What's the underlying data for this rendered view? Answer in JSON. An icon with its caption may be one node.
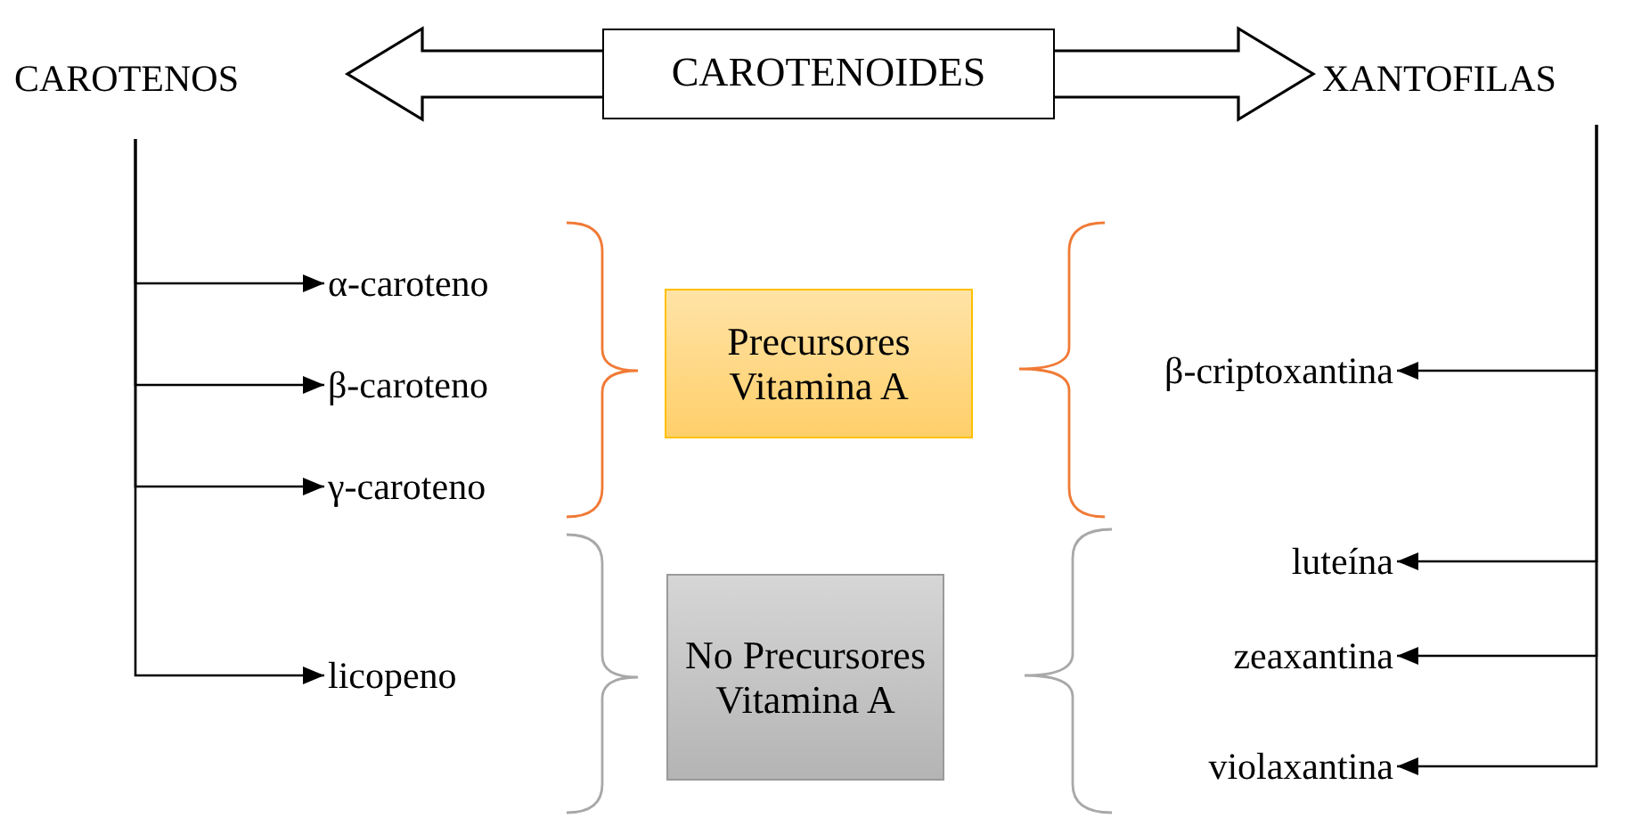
{
  "diagram": {
    "nodes": [
      {
        "text": [
          "CAROTENOS"
        ]
      },
      {
        "text": [
          "CAROTENOIDES"
        ]
      },
      {
        "text": [
          "XANTOFILAS"
        ]
      },
      {
        "text": [
          "α-caroteno"
        ]
      },
      {
        "text": [
          "β-caroteno"
        ]
      },
      {
        "text": [
          "γ-caroteno"
        ]
      },
      {
        "text": [
          "licopeno"
        ]
      },
      {
        "text": [
          "Precursores Vitamina A"
        ]
      },
      {
        "text": [
          "No Precursores Vitamina A"
        ]
      },
      {
        "text": [
          "β-criptoxantina"
        ]
      },
      {
        "text": [
          "luteína"
        ]
      },
      {
        "text": [
          "zeaxantina"
        ]
      },
      {
        "text": [
          "violaxantina"
        ]
      }
    ],
    "edges": [
      {
        "from": 1,
        "to": 0,
        "arrow": "to"
      },
      {
        "from": 1,
        "to": 2,
        "arrow": "to"
      },
      {
        "from": 0,
        "to": 3,
        "arrow": "to"
      },
      {
        "from": 0,
        "to": 4,
        "arrow": "to"
      },
      {
        "from": 0,
        "to": 5,
        "arrow": "to"
      },
      {
        "from": 0,
        "to": 6,
        "arrow": "to"
      },
      {
        "from": 2,
        "to": 9,
        "arrow": "to"
      },
      {
        "from": 2,
        "to": 10,
        "arrow": "to"
      },
      {
        "from": 2,
        "to": 11,
        "arrow": "to"
      },
      {
        "from": 2,
        "to": 12,
        "arrow": "to"
      }
    ]
  }
}
